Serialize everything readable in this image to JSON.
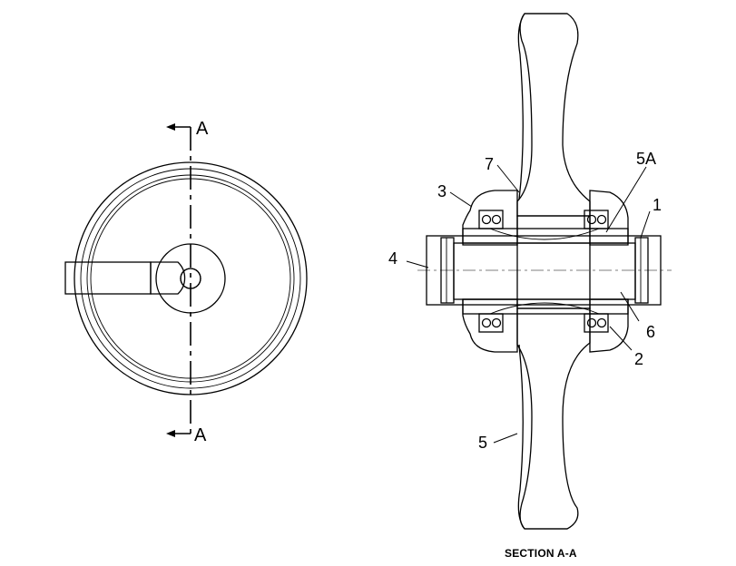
{
  "section_marker": "A",
  "caption": "SECTION A-A",
  "callouts": {
    "c1": "1",
    "c2": "2",
    "c3": "3",
    "c4": "4",
    "c5": "5",
    "c5a": "5A",
    "c6": "6",
    "c7": "7"
  },
  "colors": {
    "line": "#000000",
    "background": "#ffffff"
  }
}
